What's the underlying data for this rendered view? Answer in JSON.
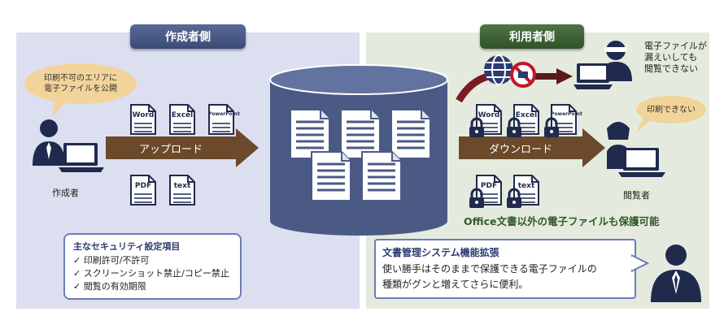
{
  "creator_side": {
    "title": "作成者側",
    "bubble": "印刷不可のエリアに\n電子ファイルを公開",
    "person_label": "作成者",
    "upload_label": "アップロード",
    "files": [
      "Word",
      "Excel",
      "PowerPoint",
      "PDF",
      "text"
    ]
  },
  "user_side": {
    "title": "利用者側",
    "leak_text": "電子ファイルが\n漏えいしても\n閲覧できない",
    "print_bubble": "印刷できない",
    "download_label": "ダウンロード",
    "person_label": "閲覧者",
    "files": [
      "Word",
      "Excel",
      "PowerPoint",
      "PDF",
      "text"
    ],
    "protect_text": "Office文書以外の電子ファイルも保護可能"
  },
  "security_box": {
    "title": "主なセキュリティ設定項目",
    "items": [
      "印刷許可/不許可",
      "スクリーンショット禁止/コピー禁止",
      "閲覧の有効期限"
    ]
  },
  "system_box": {
    "title": "文書管理システム機能拡張",
    "line1": "使い勝手はそのままで保護できる電子ファイルの",
    "line2": "種類がグンと増えてさらに便利。"
  },
  "colors": {
    "navy": "#3b4a78",
    "green": "#2f5228",
    "brown_arrow": "#6a4a2a",
    "bubble": "#f2d49a",
    "database": "#4a5a85"
  }
}
